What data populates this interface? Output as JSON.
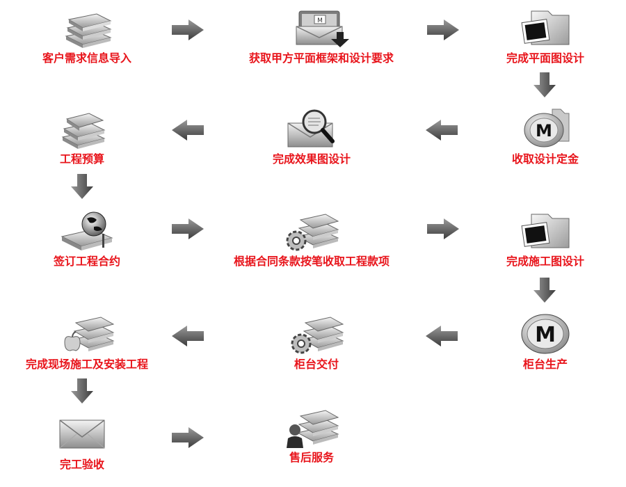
{
  "steps": [
    {
      "id": "s1",
      "label": "客户需求信息导入",
      "icon": "stacked-books-icon"
    },
    {
      "id": "s2",
      "label": "获取甲方平面框架和设计要求",
      "icon": "envelope-download-icon"
    },
    {
      "id": "s3",
      "label": "完成平面图设计",
      "icon": "folder-photo-icon"
    },
    {
      "id": "s4",
      "label": "收取设计定金",
      "icon": "m-badge-icon"
    },
    {
      "id": "s5",
      "label": "完成效果图设计",
      "icon": "envelope-magnifier-icon"
    },
    {
      "id": "s6",
      "label": "工程预算",
      "icon": "stacked-books-icon"
    },
    {
      "id": "s7",
      "label": "签订工程合约",
      "icon": "book-globe-icon"
    },
    {
      "id": "s8",
      "label": "根据合同条款按笔收取工程款项",
      "icon": "books-gear-icon"
    },
    {
      "id": "s9",
      "label": "完成施工图设计",
      "icon": "folder-photo-icon"
    },
    {
      "id": "s10",
      "label": "柜台生产",
      "icon": "m-badge-icon"
    },
    {
      "id": "s11",
      "label": "柜台交付",
      "icon": "books-gear-icon"
    },
    {
      "id": "s12",
      "label": "完成现场施工及安装工程",
      "icon": "books-apple-icon"
    },
    {
      "id": "s13",
      "label": "完工验收",
      "icon": "envelope-icon"
    },
    {
      "id": "s14",
      "label": "售后服务",
      "icon": "books-person-icon"
    }
  ],
  "colors": {
    "label": "#e8141b",
    "arrow": "#5a5a5a"
  }
}
